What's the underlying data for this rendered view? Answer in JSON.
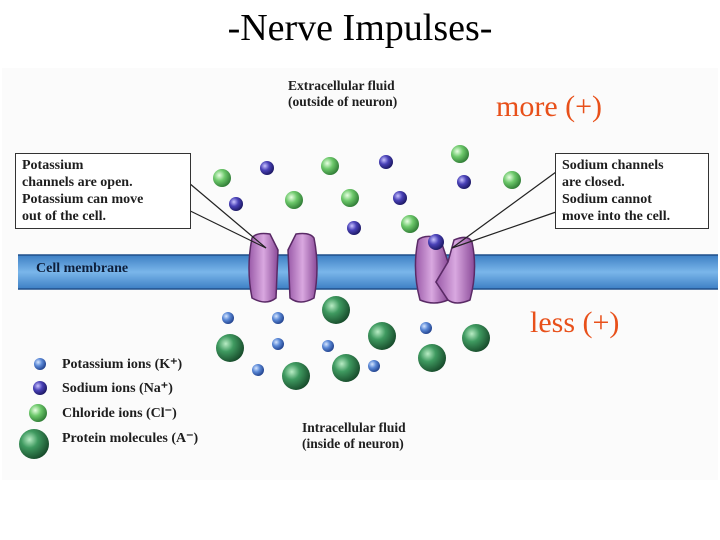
{
  "title": "-Nerve Impulses-",
  "extracellular": {
    "line1": "Extracellular fluid",
    "line2": "(outside of neuron)"
  },
  "intracellular": {
    "line1": "Intracellular fluid",
    "line2": "(inside of neuron)"
  },
  "charge_top": "more (+)",
  "charge_bottom": "less (+)",
  "potassium_box": [
    "Potassium",
    "channels are open.",
    "Potassium can move",
    "out of the cell."
  ],
  "sodium_box": [
    "Sodium channels",
    "are closed.",
    "Sodium cannot",
    "move into the cell."
  ],
  "membrane_label": "Cell membrane",
  "legend": [
    {
      "label": "Potassium ions (K⁺)",
      "color": "#4a78c8"
    },
    {
      "label": "Sodium ions (Na⁺)",
      "color": "#3a35a0"
    },
    {
      "label": "Chloride ions (Cl⁻)",
      "color": "#5cc060"
    },
    {
      "label": "Protein molecules (A⁻)",
      "color": "#2c8a50"
    }
  ]
}
